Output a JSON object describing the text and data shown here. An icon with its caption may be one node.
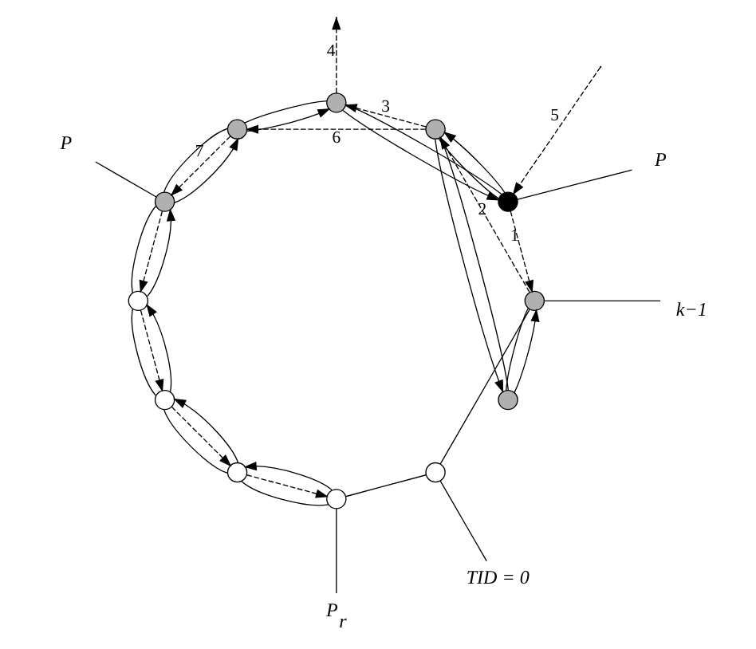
{
  "diagram": {
    "nodes": [
      {
        "text": [],
        "shape": "circle"
      },
      {
        "text": [],
        "shape": "circle"
      },
      {
        "text": [],
        "shape": "circle"
      },
      {
        "text": [],
        "shape": "circle"
      },
      {
        "text": [],
        "shape": "circle"
      },
      {
        "text": [],
        "shape": "circle"
      },
      {
        "text": [],
        "shape": "circle"
      },
      {
        "text": [],
        "shape": "circle"
      },
      {
        "text": [],
        "shape": "circle"
      },
      {
        "text": [],
        "shape": "circle"
      },
      {
        "text": [],
        "shape": "circle"
      },
      {
        "text": [],
        "shape": "circle"
      },
      {
        "text": [
          "TID = 0"
        ]
      },
      {
        "text": [
          "P$_{r}$"
        ]
      },
      {
        "text": [
          "$_{k−1}$"
        ]
      },
      {
        "text": [
          "P"
        ]
      },
      {
        "text": [
          "P"
        ]
      }
    ],
    "edges": [
      {
        "from": 0,
        "to": 1,
        "arrow": "none"
      },
      {
        "from": 1,
        "to": 2,
        "arrow": "none"
      },
      {
        "from": 2,
        "to": 3,
        "arrow": "none"
      },
      {
        "from": 3,
        "to": 4,
        "arrow": "none"
      },
      {
        "from": 4,
        "to": 5,
        "arrow": "none"
      },
      {
        "from": 5,
        "to": 6,
        "arrow": "none"
      },
      {
        "from": 6,
        "to": 7,
        "arrow": "none"
      },
      {
        "from": 7,
        "to": 8,
        "arrow": "none"
      },
      {
        "from": 8,
        "to": 9,
        "arrow": "none"
      },
      {
        "from": 9,
        "to": 10,
        "arrow": "none"
      },
      {
        "from": 10,
        "to": 11,
        "arrow": "none"
      },
      {
        "from": 11,
        "to": 0,
        "arrow": "none"
      },
      {
        "from": 1,
        "to": 2,
        "arrow": "to"
      },
      {
        "from": 2,
        "to": 3,
        "arrow": "to"
      },
      {
        "from": 3,
        "to": 4,
        "arrow": "to"
      },
      {
        "from": 4,
        "to": 5,
        "arrow": "to"
      },
      {
        "from": 5,
        "to": 6,
        "arrow": "to"
      },
      {
        "from": 6,
        "to": 7,
        "arrow": "to"
      },
      {
        "from": 7,
        "to": 8,
        "arrow": "to"
      },
      {
        "from": 8,
        "to": 9,
        "arrow": "to"
      },
      {
        "from": 9,
        "to": 10,
        "arrow": "to"
      },
      {
        "from": 10,
        "to": 11,
        "arrow": "to"
      },
      {
        "from": 8,
        "to": 11,
        "arrow": "to",
        "label": "1",
        "style": "dashed"
      },
      {
        "from": 11,
        "to": 9,
        "arrow": "to",
        "label": "2",
        "style": "dashed"
      },
      {
        "from": 9,
        "to": 7,
        "arrow": "to",
        "label": "3",
        "style": "dashed"
      },
      {
        "from": 7,
        "to": null,
        "arrow": "to",
        "label": "4",
        "style": "dashed"
      },
      {
        "from": null,
        "to": 8,
        "arrow": "to",
        "label": "5",
        "style": "dashed"
      },
      {
        "from": 9,
        "to": 6,
        "arrow": "to",
        "label": "6",
        "style": "dashed"
      },
      {
        "from": 6,
        "to": 5,
        "arrow": "to",
        "label": "7",
        "style": "dashed"
      },
      {
        "from": 5,
        "to": 4,
        "arrow": "to",
        "style": "dashed"
      },
      {
        "from": 4,
        "to": 3,
        "arrow": "to",
        "style": "dashed"
      },
      {
        "from": 3,
        "to": 2,
        "arrow": "to",
        "style": "dashed"
      },
      {
        "from": 2,
        "to": 1,
        "arrow": "to",
        "style": "dashed"
      },
      {
        "from": 12,
        "to": 0,
        "arrow": "none"
      },
      {
        "from": 13,
        "to": 1,
        "arrow": "none"
      },
      {
        "from": 14,
        "to": 11,
        "arrow": "none"
      },
      {
        "from": 15,
        "to": 8,
        "arrow": "none"
      },
      {
        "from": 16,
        "to": 5,
        "arrow": "none"
      }
    ]
  }
}
